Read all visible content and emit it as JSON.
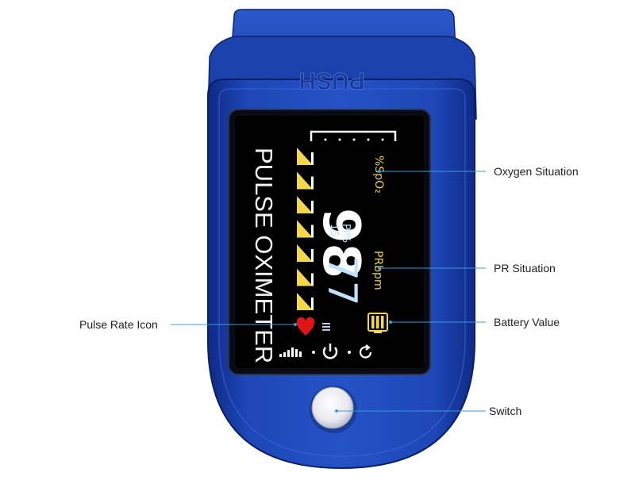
{
  "device": {
    "push_text": "PUSH",
    "brand_text": "PULSE OXIMETER",
    "spo2_value": "98",
    "spo2_unit": "%SpO₂",
    "pi_label": "PI%",
    "pi_value": "15",
    "pr_value": "77",
    "pr_unit": "PRbpm",
    "body_color": "#1a3fa8",
    "screen_color": "#000000",
    "spo2_color": "#ffffff",
    "unit_color": "#e8d24a",
    "pr_color": "#bfe3ff",
    "bar_color": "#f2d84a",
    "heart_color": "#e01616",
    "battery_color": "#f2d84a"
  },
  "callouts": {
    "oxygen": "Oxygen Situation",
    "pr": "PR Situation",
    "battery": "Battery Value",
    "pulse_icon": "Pulse Rate Icon",
    "switch": "Switch"
  },
  "icons": {
    "signal": "signal-strength-icon",
    "power": "power-icon",
    "rotate": "rotate-icon",
    "heart": "heart-icon",
    "battery": "battery-icon",
    "button": "switch-button"
  }
}
